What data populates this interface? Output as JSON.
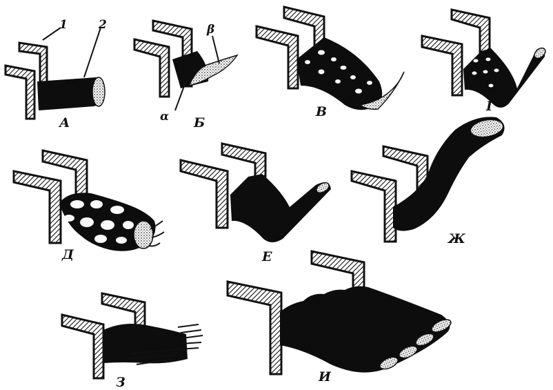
{
  "figure": {
    "panels": [
      {
        "id": "A",
        "label": "А"
      },
      {
        "id": "B",
        "label": "Б"
      },
      {
        "id": "V",
        "label": "В"
      },
      {
        "id": "G",
        "label": "Г"
      },
      {
        "id": "D",
        "label": "Д"
      },
      {
        "id": "E",
        "label": "Е"
      },
      {
        "id": "ZH",
        "label": "Ж"
      },
      {
        "id": "Z",
        "label": "З"
      },
      {
        "id": "I",
        "label": "И"
      }
    ],
    "callouts": {
      "one": "1",
      "two": "2",
      "alpha": "α",
      "beta": "β"
    }
  }
}
